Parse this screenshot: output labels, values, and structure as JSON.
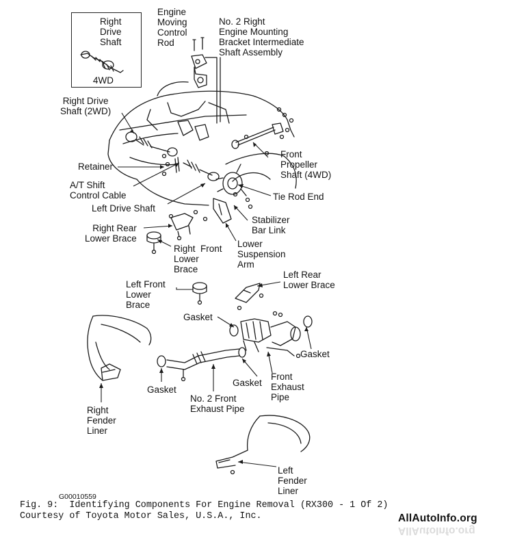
{
  "labels": {
    "right_drive_shaft_4wd": "Right\nDrive\nShaft",
    "box_4wd": "4WD",
    "engine_moving_control_rod": "Engine\nMoving\nControl\nRod",
    "no2_right_engine_mounting": "No. 2 Right\nEngine Mounting\nBracket Intermediate\nShaft Assembly",
    "right_drive_shaft_2wd": "Right Drive\nShaft (2WD)",
    "retainer": "Retainer",
    "at_shift_control_cable": "A/T Shift\nControl Cable",
    "left_drive_shaft": "Left Drive Shaft",
    "front_propeller_shaft": "Front\nPropeller\nShaft (4WD)",
    "tie_rod_end": "Tie Rod End",
    "stabilizer_bar_link": "Stabilizer\nBar Link",
    "lower_suspension_arm": "Lower\nSuspension\nArm",
    "right_rear_lower_brace": "Right Rear\nLower Brace",
    "right_front_lower_brace": "Right  Front\nLower\nBrace",
    "left_front_lower_brace": "Left Front\nLower\nBrace",
    "left_rear_lower_brace": "Left Rear\nLower Brace",
    "gasket_top": "Gasket",
    "gasket_right": "Gasket",
    "gasket_left": "Gasket",
    "gasket_middle": "Gasket",
    "front_exhaust_pipe": "Front\nExhaust\nPipe",
    "no2_front_exhaust_pipe": "No. 2 Front\nExhaust Pipe",
    "right_fender_liner": "Right\nFender\nLiner",
    "left_fender_liner": "Left\nFender\nLiner"
  },
  "figure_id": "G00010559",
  "caption_line1": "Fig. 9:  Identifying Components For Engine Removal (RX300 - 1 Of 2)",
  "caption_line2": "Courtesy of Toyota Motor Sales, U.S.A., Inc.",
  "watermark": "AllAutoInfo.org"
}
